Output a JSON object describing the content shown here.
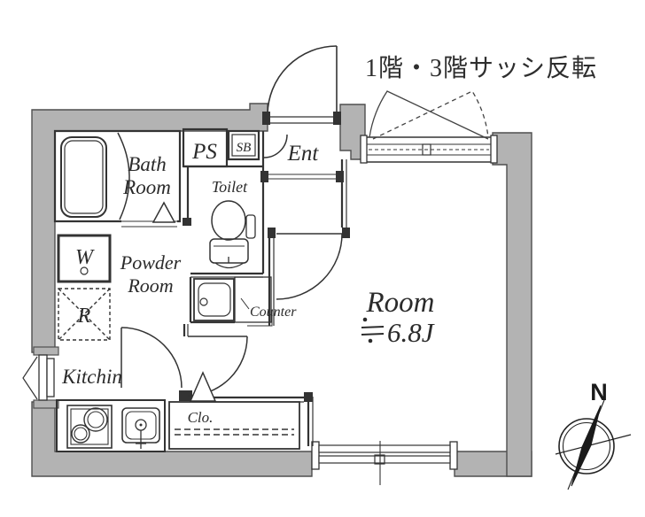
{
  "plan": {
    "annotation": "1階・3階サッシ反転",
    "compass": {
      "north_label": "N"
    },
    "colors": {
      "wall_fill": "#b3b3b3",
      "wall_outline": "#4f4f4f",
      "line": "#333333",
      "text": "#2b2b2b"
    },
    "rooms": {
      "bath": {
        "line1": "Bath",
        "line2": "Room"
      },
      "pipe_space": {
        "label": "PS"
      },
      "shoe_box": {
        "label": "SB"
      },
      "entrance": {
        "label": "Ent"
      },
      "toilet": {
        "label": "Toilet"
      },
      "powder": {
        "line1": "Powder",
        "line2": "Room"
      },
      "counter": {
        "label": "Counter"
      },
      "kitchen": {
        "label": "Kitchin"
      },
      "closet": {
        "label": "Clo."
      },
      "washer": {
        "label": "W"
      },
      "refrigerator": {
        "label": "R"
      },
      "main_room": {
        "name": "Room",
        "area": "≒6.8J",
        "area_num": "6.8J"
      }
    }
  }
}
